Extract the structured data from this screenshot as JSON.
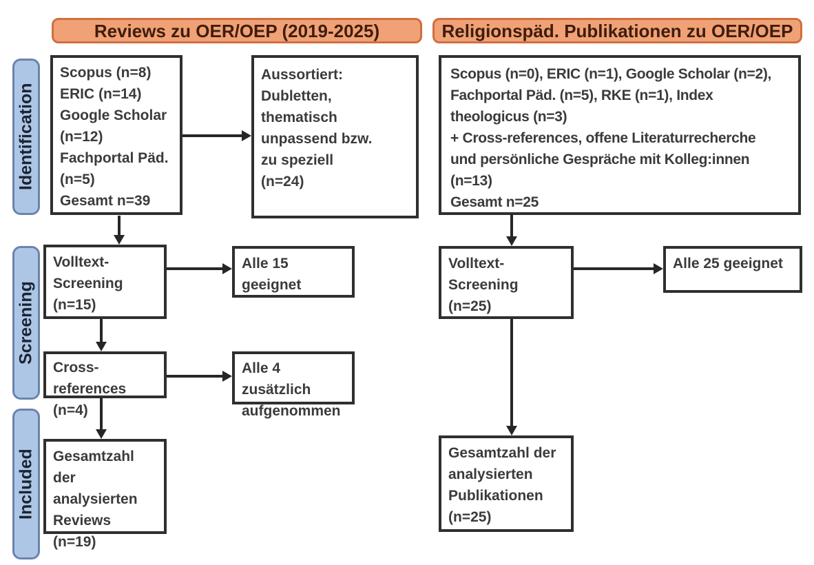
{
  "diagram": {
    "left_column": {
      "header": "Reviews zu OER/OEP (2019-2025)",
      "identification": "Scopus (n=8)\nERIC (n=14)\nGoogle Scholar\n(n=12)\nFachportal Päd.\n(n=5)\nGesamt n=39",
      "excluded": "Aussortiert:\nDubletten,\nthematisch\nunpassend bzw.\nzu speziell\n(n=24)",
      "fulltext_screening": "Volltext-\nScreening\n(n=15)",
      "eligible": "Alle 15 geeignet",
      "cross_references": "Cross-references\n(n=4)",
      "added": "Alle 4 zusätzlich\naufgenommen",
      "included_total": "Gesamtzahl der\nanalysierten\nReviews\n(n=19)"
    },
    "right_column": {
      "header": "Religionspäd. Publikationen zu OER/OEP",
      "identification": "Scopus (n=0), ERIC (n=1), Google Scholar (n=2),\nFachportal Päd. (n=5), RKE (n=1), Index\ntheologicus (n=3)\n+ Cross-references, offene Literaturrecherche\nund persönliche Gespräche mit Kolleg:innen\n(n=13)\nGesamt n=25",
      "fulltext_screening": "Volltext-\nScreening\n(n=25)",
      "eligible": "Alle 25 geeignet",
      "included_total": "Gesamtzahl der\nanalysierten\nPublikationen\n(n=25)"
    },
    "stage_labels": [
      "Identification",
      "Screening",
      "Included"
    ],
    "colors": {
      "header_fill": "#f0a176",
      "header_border": "#d06f3e",
      "header_text": "#3f1d0d",
      "stage_fill": "#aec6e6",
      "stage_border": "#6b83ad",
      "stage_text": "#1b2433",
      "box_border": "#2f2f2f",
      "box_text": "#3b3b3b",
      "arrow": "#262626"
    }
  }
}
